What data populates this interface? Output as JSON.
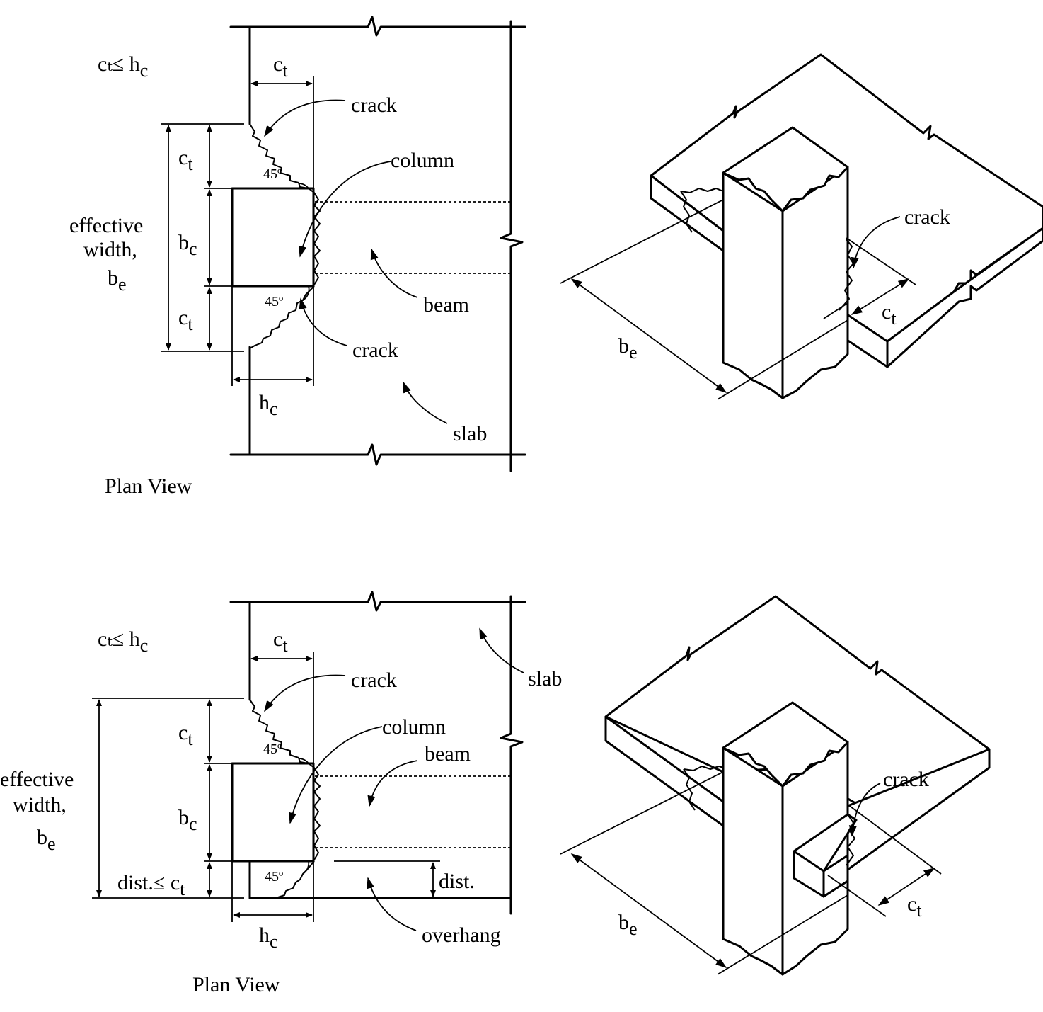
{
  "top": {
    "condition": "cₜ≤ h_c",
    "ct_top_label": "c_t",
    "crack_upper": "crack",
    "column": "column",
    "angle_upper": "45º",
    "angle_lower": "45º",
    "ct_upper_label": "c_t",
    "bc_label": "b_c",
    "ct_lower_label": "c_t",
    "effective_width_line1": "effective",
    "effective_width_line2": "width,",
    "effective_width_symbol": "b_e",
    "beam": "beam",
    "crack_lower": "crack",
    "hc_label": "h_c",
    "slab": "slab",
    "caption": "Plan View",
    "iso_crack": "crack",
    "iso_ct": "c_t",
    "iso_be": "b_e"
  },
  "bottom": {
    "condition": "cₜ≤ h_c",
    "ct_top_label": "c_t",
    "crack_upper": "crack",
    "slab": "slab",
    "column": "column",
    "beam": "beam",
    "angle_upper": "45º",
    "angle_lower": "45º",
    "ct_upper_label": "c_t",
    "bc_label": "b_c",
    "effective_width_line1": "effective",
    "effective_width_line2": "width,",
    "effective_width_symbol": "b_e",
    "dist_condition": "dist.≤ c_t",
    "dist": "dist.",
    "overhang": "overhang",
    "hc_label": "h_c",
    "caption": "Plan View",
    "iso_crack": "crack",
    "iso_ct": "c_t",
    "iso_be": "b_e"
  }
}
